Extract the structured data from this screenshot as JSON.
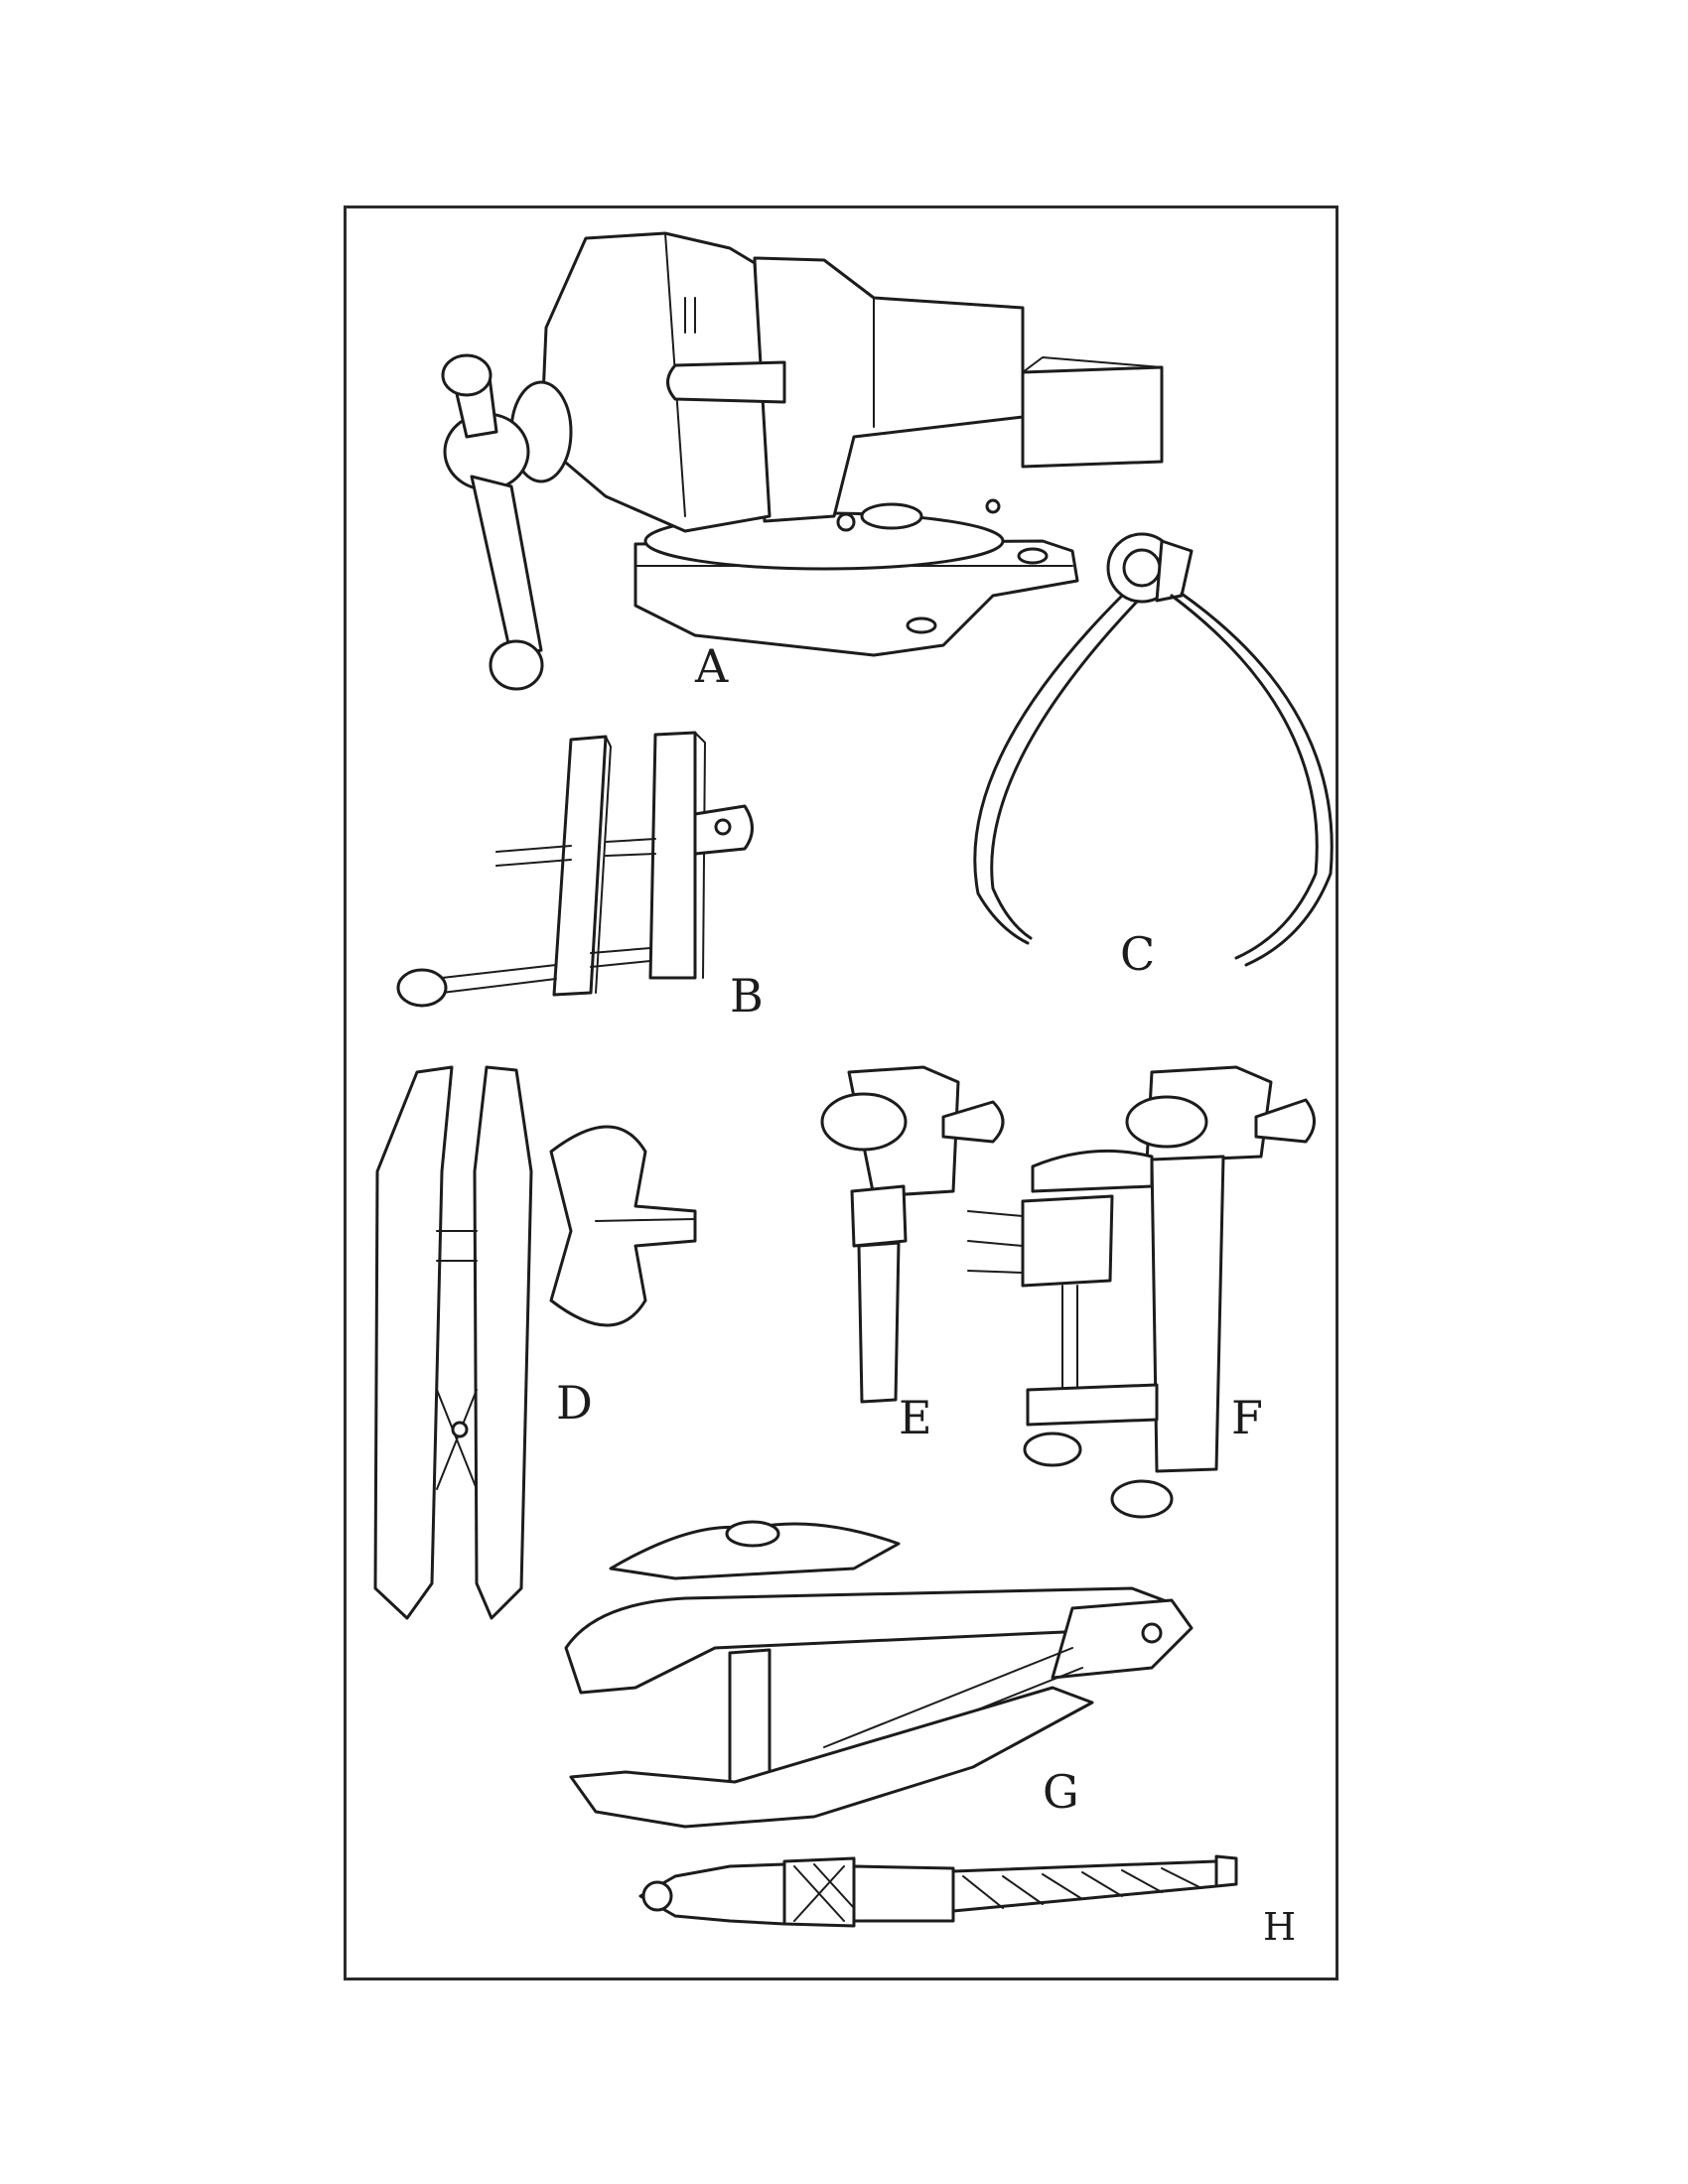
{
  "figure": {
    "labels": {
      "a": "A",
      "b": "B",
      "c": "C",
      "d": "D",
      "e": "E",
      "f": "F",
      "g": "G",
      "h": "H"
    }
  },
  "icons": [
    "bench-vise-icon",
    "parallel-clamp-icon",
    "calipers-icon",
    "hand-vise-icon",
    "pin-vise-icon",
    "table-vise-icon",
    "clamp-vise-icon",
    "pin-chuck-icon"
  ],
  "colors": {
    "ink": "#1c1c1c",
    "paper": "#ffffff"
  }
}
